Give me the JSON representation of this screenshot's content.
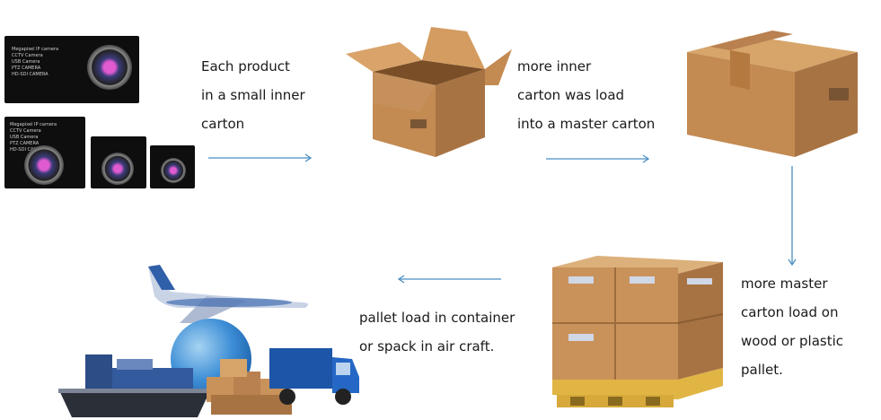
{
  "steps": {
    "step1": "Each product\nin a small inner\ncarton",
    "step2": "      more inner\ncarton was load\ninto a master carton",
    "step3": "      more master\ncarton load on\nwood or plastic\npallet.",
    "step4": "pallet load in container\nor spack in air craft."
  },
  "product_box_text": "Megapixel IP camera\nCCTV Camera\nUSB Camera\nPTZ CAMERA\nHD-SDI CAMERA",
  "colors": {
    "arrow": "#4a8fc4",
    "cardboard": "#c9925a",
    "cardboard_dark": "#a87343",
    "box_black": "#0e0e0e"
  },
  "icons": [
    "camera-box-icon",
    "open-carton-icon",
    "closed-carton-icon",
    "pallet-icon",
    "airplane-icon",
    "globe-icon",
    "ship-icon",
    "truck-icon"
  ]
}
